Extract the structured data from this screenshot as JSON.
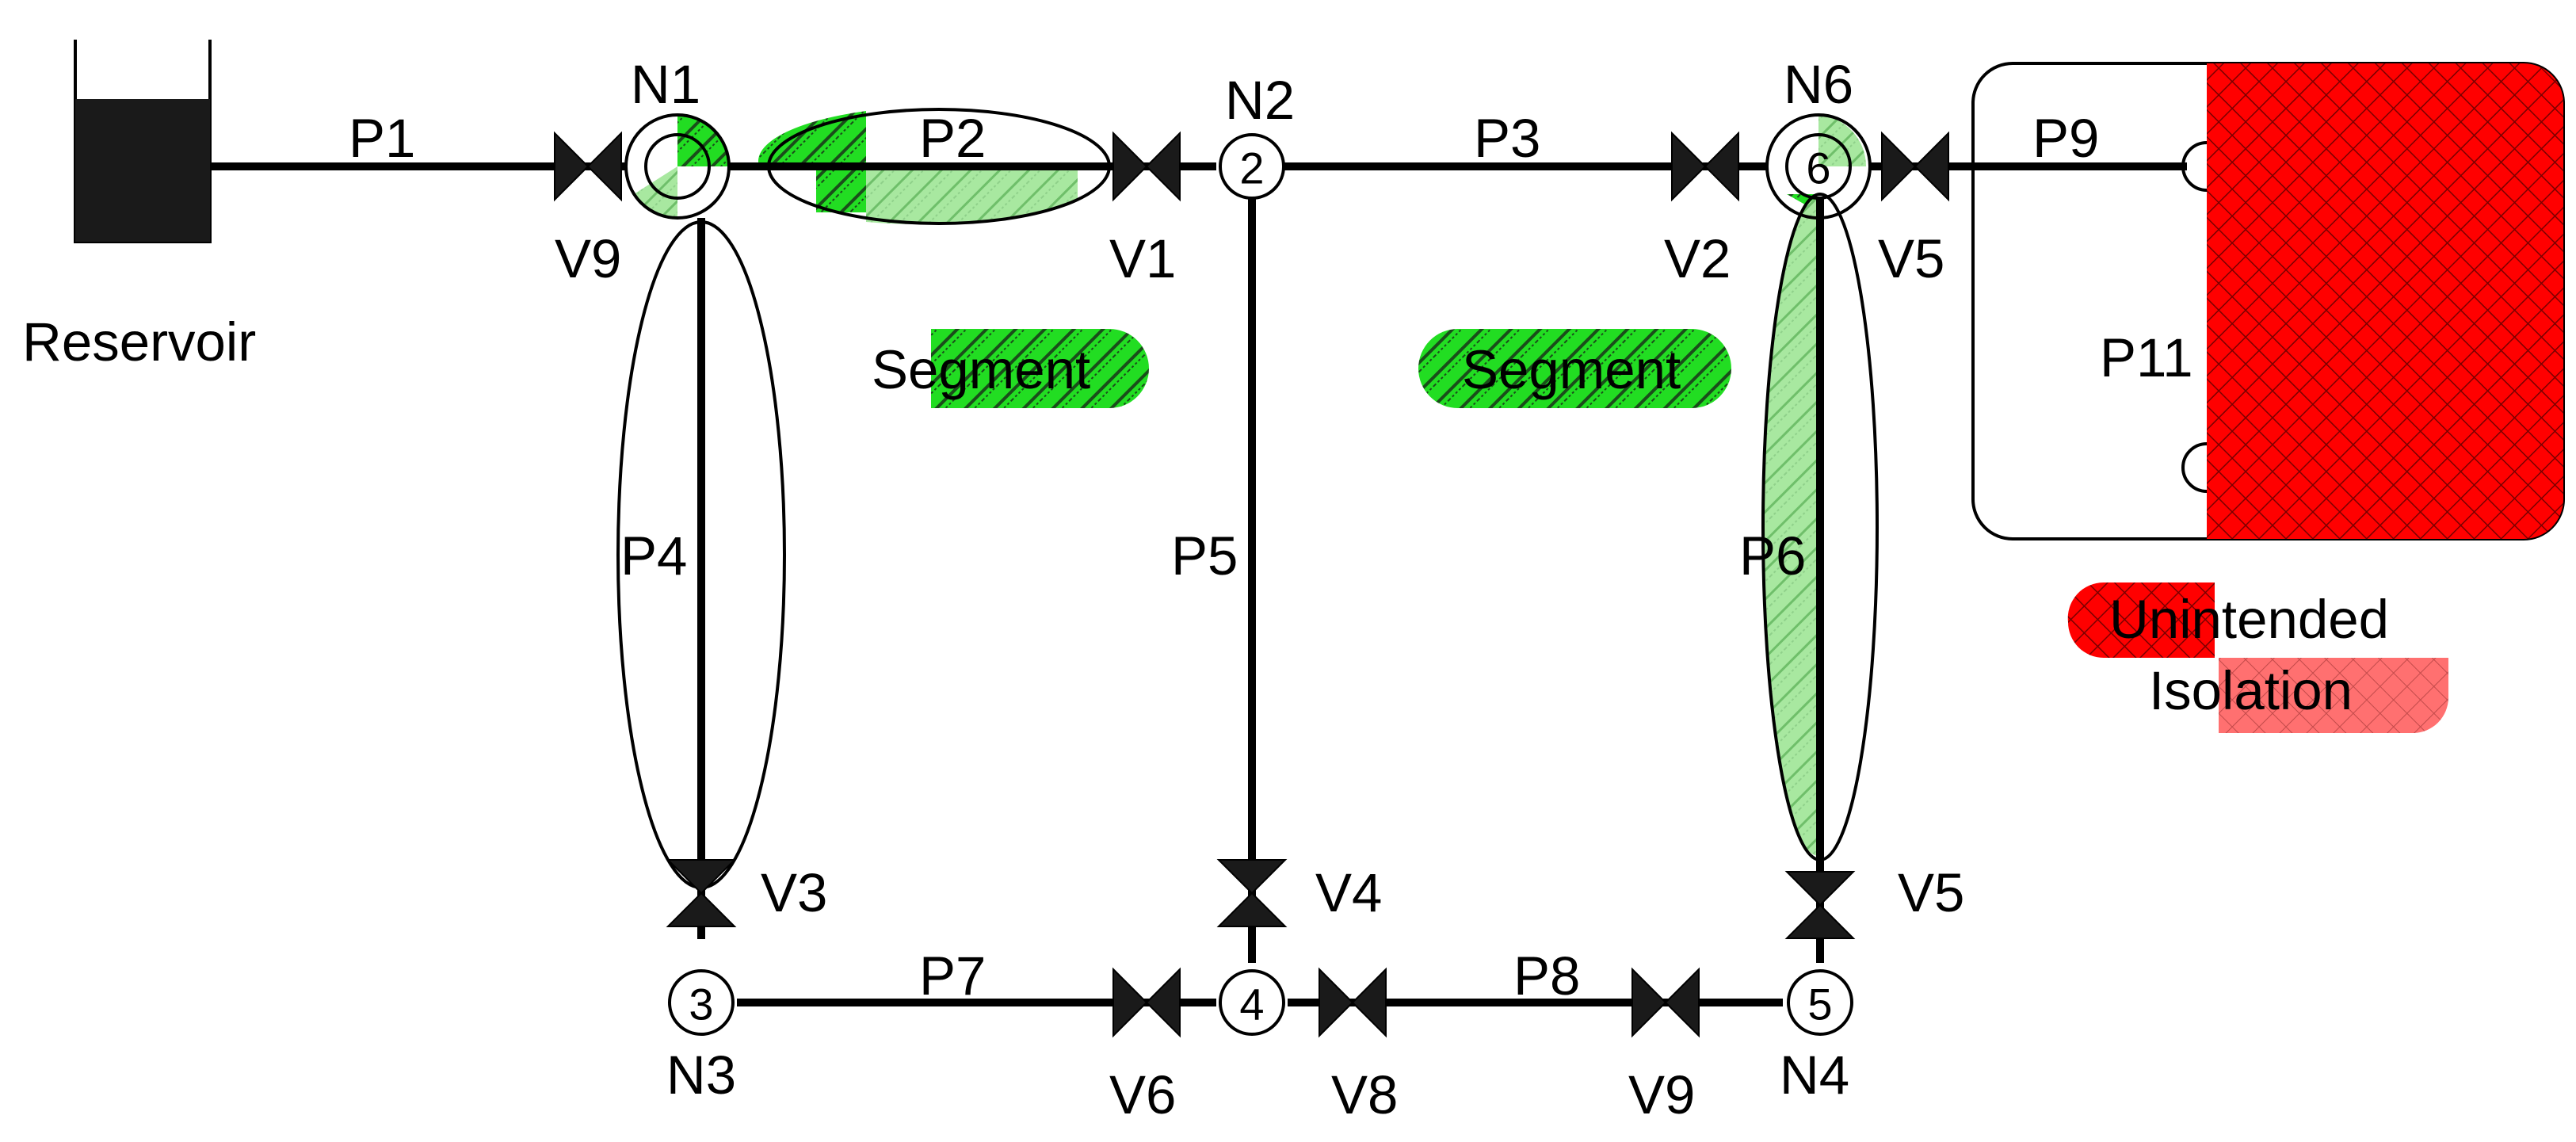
{
  "reservoir": {
    "label": "Reservoir"
  },
  "nodes": [
    {
      "id": "n1",
      "label": "N1",
      "num": ""
    },
    {
      "id": "n2",
      "label": "N2",
      "num": "2"
    },
    {
      "id": "n6",
      "label": "N6",
      "num": "6"
    },
    {
      "id": "n3",
      "label": "N3",
      "num": "3"
    },
    {
      "id": "n4",
      "label": "",
      "num": "4"
    },
    {
      "id": "n5",
      "label": "N4",
      "num": "5"
    }
  ],
  "pipes": {
    "p1": "P1",
    "p2": "P2",
    "p3": "P3",
    "p4": "P4",
    "p5": "P5",
    "p6": "P6",
    "p7": "P7",
    "p8": "P8",
    "p9": "P9",
    "p11": "P11"
  },
  "valves": {
    "v9_top": "V9",
    "v1": "V1",
    "v2": "V2",
    "v5_top": "V5",
    "v3": "V3",
    "v4": "V4",
    "v5_bottom": "V5",
    "v6": "V6",
    "v8": "V8",
    "v9_bottom": "V9"
  },
  "legend": {
    "segment_1": "Segment",
    "segment_2": "Segment",
    "unintended": "Unintended",
    "isolation": "Isolation"
  },
  "colors": {
    "segment_green": "#22dd22",
    "segment_light_green": "#a8e8a0",
    "unintended_red": "#ff0000",
    "isolation_pink": "#ff7070",
    "ink": "#000000"
  }
}
